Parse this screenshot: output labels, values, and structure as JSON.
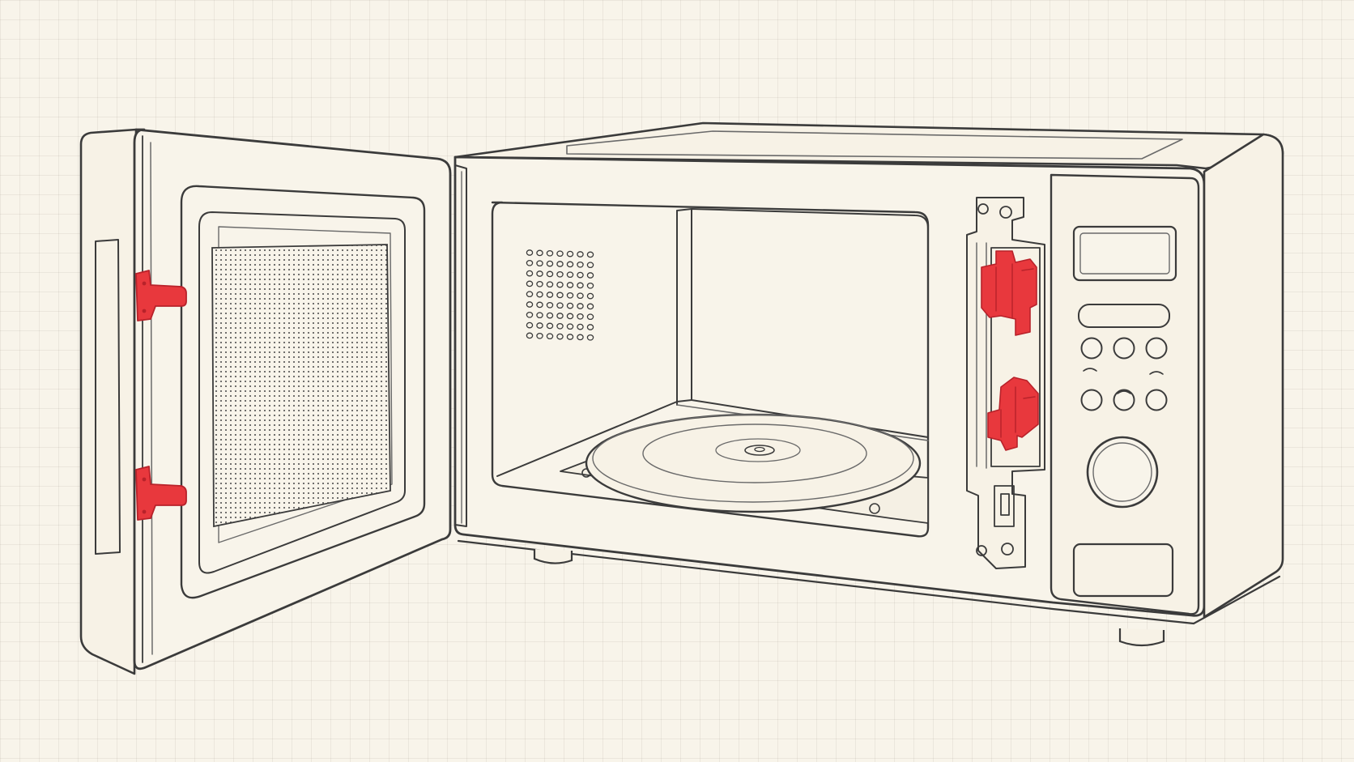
{
  "diagram": {
    "subject": "microwave-oven-open-door-line-drawing",
    "colors": {
      "background": "#f8f4ea",
      "grid": "#e8e1d3",
      "line": "#3b3b3b",
      "light_line": "#6a6a6a",
      "highlight": "#e8383d",
      "highlight_dark": "#b8222a"
    },
    "highlighted_parts": [
      "door-upper-hook",
      "door-lower-hook",
      "upper-interlock-switch",
      "lower-interlock-switch"
    ],
    "control_panel": {
      "display_count": 1,
      "button_row_count": 2,
      "buttons_per_row": 3,
      "dial_count": 1
    },
    "vent_grid": {
      "rows": 9,
      "cols": 7
    }
  }
}
